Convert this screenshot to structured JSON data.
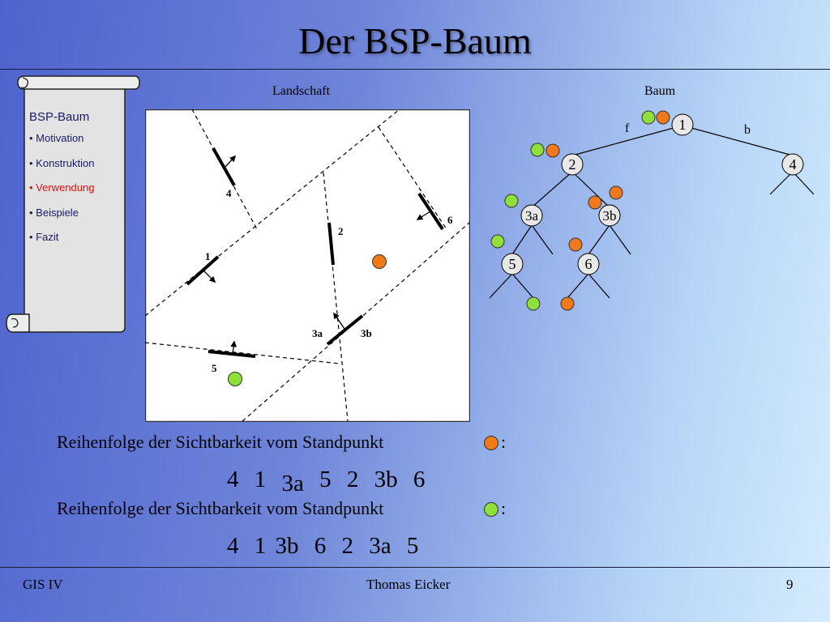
{
  "slide": {
    "title": "Der BSP-Baum"
  },
  "sidebar": {
    "heading": "BSP-Baum",
    "items": [
      {
        "label": "• Motivation",
        "active": false
      },
      {
        "label": "• Konstruktion",
        "active": false
      },
      {
        "label": "• Verwendung",
        "active": true
      },
      {
        "label": "• Beispiele",
        "active": false
      },
      {
        "label": "• Fazit",
        "active": false
      }
    ]
  },
  "labels": {
    "landscape": "Landschaft",
    "tree": "Baum"
  },
  "landscape": {
    "segments": [
      "1",
      "2",
      "3a",
      "3b",
      "4",
      "5",
      "6"
    ]
  },
  "tree": {
    "nodes": [
      "1",
      "2",
      "4",
      "3a",
      "3b",
      "5",
      "6"
    ],
    "edge_labels": {
      "front": "f",
      "back": "b"
    }
  },
  "colors": {
    "orange_viewpoint": "#f07a1a",
    "green_viewpoint": "#8fe03a",
    "active_nav": "#e01010"
  },
  "sequences": [
    {
      "text": "Reihenfolge der Sichtbarkeit vom Standpunkt",
      "colon": ":",
      "viewpoint": "orange",
      "order": [
        "4",
        "1",
        "3a",
        "5",
        "2",
        "3b",
        "6"
      ]
    },
    {
      "text": "Reihenfolge der Sichtbarkeit vom Standpunkt",
      "colon": ":",
      "viewpoint": "green",
      "order": [
        "4",
        "1",
        "3b",
        "6",
        "2",
        "3a",
        "5"
      ]
    }
  ],
  "footer": {
    "left": "GIS IV",
    "center": "Thomas Eicker",
    "page": "9"
  }
}
